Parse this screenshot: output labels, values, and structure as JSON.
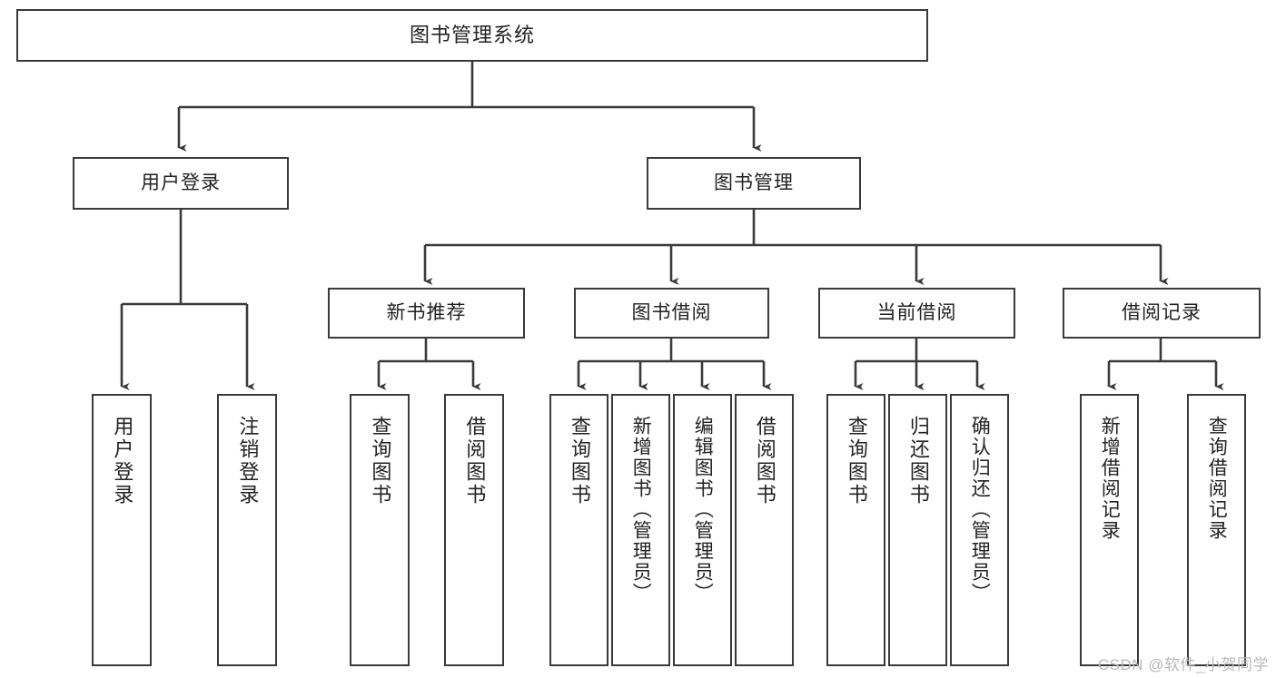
{
  "diagram": {
    "type": "tree-hierarchy",
    "title": "图书管理系统",
    "orientation": "top-down",
    "levels": 4,
    "root": {
      "id": "root",
      "label": "图书管理系统"
    },
    "level2": [
      {
        "id": "user-login",
        "label": "用户登录"
      },
      {
        "id": "book-manage",
        "label": "图书管理"
      }
    ],
    "level3": [
      {
        "id": "new-book-rec",
        "label": "新书推荐",
        "parent": "book-manage"
      },
      {
        "id": "book-borrow",
        "label": "图书借阅",
        "parent": "book-manage"
      },
      {
        "id": "current-borrow",
        "label": "当前借阅",
        "parent": "book-manage"
      },
      {
        "id": "borrow-record",
        "label": "借阅记录",
        "parent": "book-manage"
      }
    ],
    "leaves": [
      {
        "id": "leaf-user-login",
        "label": "用户登录",
        "parent": "user-login"
      },
      {
        "id": "leaf-logout",
        "label": "注销登录",
        "parent": "user-login"
      },
      {
        "id": "leaf-query-book-1",
        "label": "查询图书",
        "parent": "new-book-rec"
      },
      {
        "id": "leaf-borrow-book-1",
        "label": "借阅图书",
        "parent": "new-book-rec"
      },
      {
        "id": "leaf-query-book-2",
        "label": "查询图书",
        "parent": "book-borrow"
      },
      {
        "id": "leaf-add-book",
        "label": "新增图书（管理员）",
        "parent": "book-borrow"
      },
      {
        "id": "leaf-edit-book",
        "label": "编辑图书（管理员）",
        "parent": "book-borrow"
      },
      {
        "id": "leaf-borrow-book-2",
        "label": "借阅图书",
        "parent": "book-borrow"
      },
      {
        "id": "leaf-query-book-3",
        "label": "查询图书",
        "parent": "current-borrow"
      },
      {
        "id": "leaf-return-book",
        "label": "归还图书",
        "parent": "current-borrow"
      },
      {
        "id": "leaf-confirm-return",
        "label": "确认归还（管理员）",
        "parent": "current-borrow"
      },
      {
        "id": "leaf-add-record",
        "label": "新增借阅记录",
        "parent": "borrow-record"
      },
      {
        "id": "leaf-query-record",
        "label": "查询借阅记录",
        "parent": "borrow-record"
      }
    ]
  },
  "watermark": {
    "text": "CSDN @软件_小贺同学"
  },
  "colors": {
    "stroke": "#3a3a3a",
    "text": "#222222",
    "background": "#ffffff",
    "watermark": "#b9b9b9"
  }
}
